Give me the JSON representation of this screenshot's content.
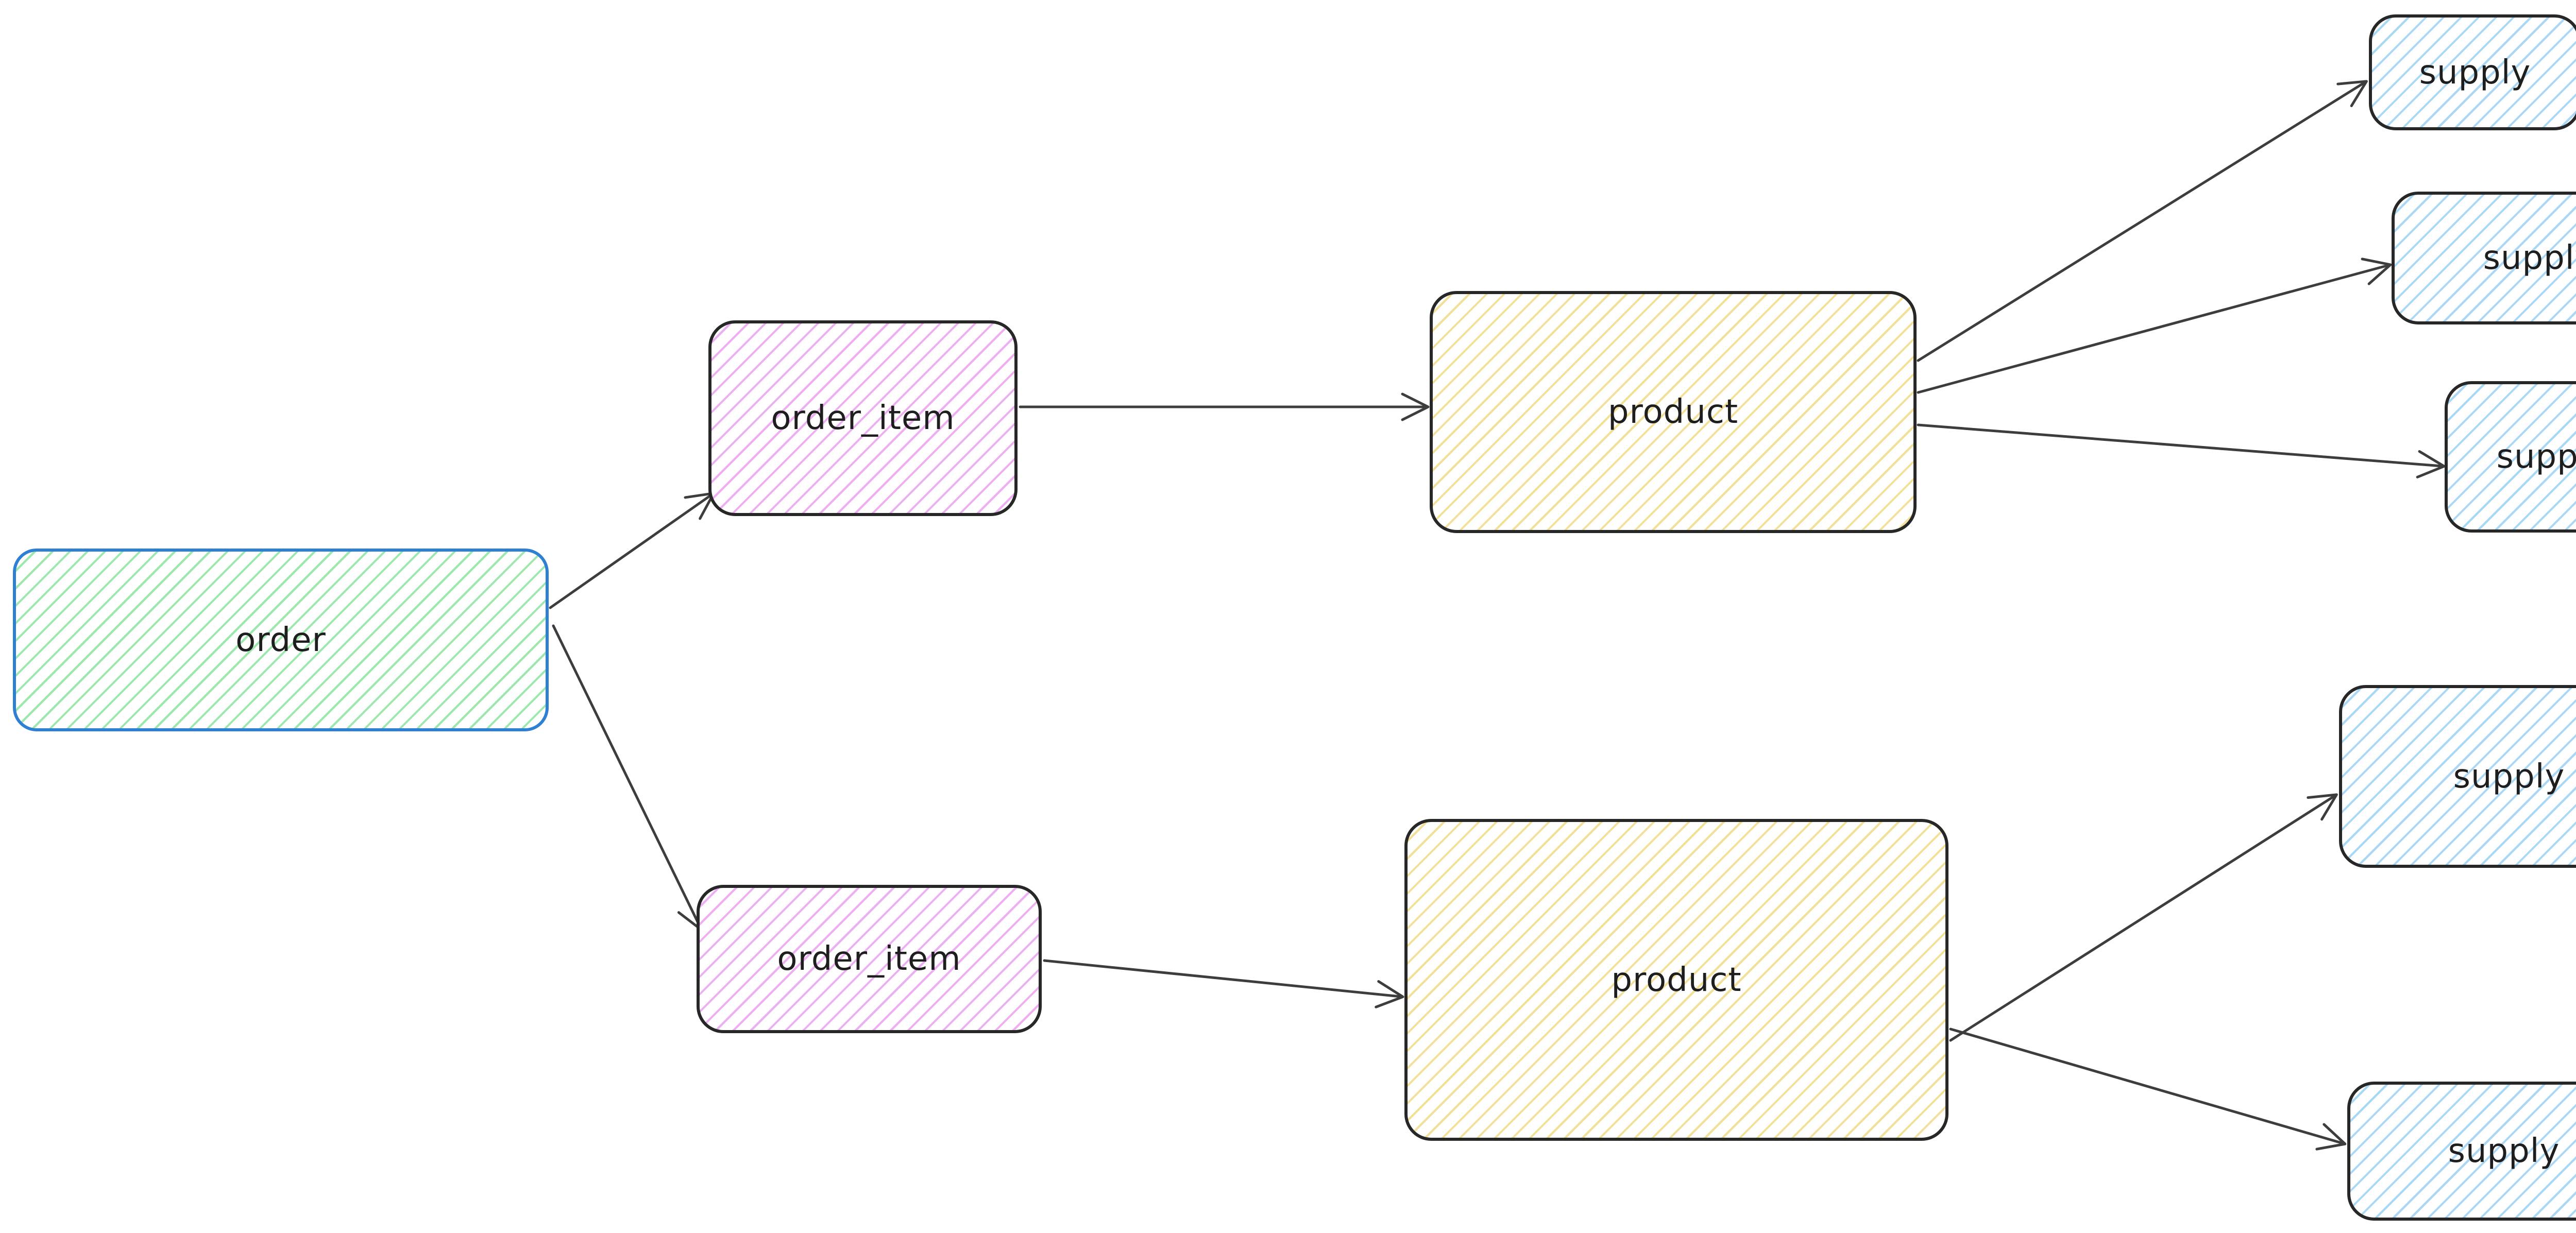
{
  "diagram": {
    "type": "flow-diagram",
    "background": "#ffffff",
    "text_color": "#1e1e1e",
    "arrow_color": "#3d3d3d",
    "nodes": [
      {
        "id": "order",
        "label": "order",
        "stroke": "#2f80d2",
        "hatch": "#9be8ac"
      },
      {
        "id": "order_item_1",
        "label": "order_item",
        "stroke": "#272727",
        "hatch": "#eeaef3"
      },
      {
        "id": "order_item_2",
        "label": "order_item",
        "stroke": "#272727",
        "hatch": "#eeaef3"
      },
      {
        "id": "product_1",
        "label": "product",
        "stroke": "#272727",
        "hatch": "#f3e098"
      },
      {
        "id": "product_2",
        "label": "product",
        "stroke": "#272727",
        "hatch": "#f3e098"
      },
      {
        "id": "supply_1",
        "label": "supply",
        "stroke": "#272727",
        "hatch": "#a8d8f5"
      },
      {
        "id": "supply_2",
        "label": "supply",
        "stroke": "#272727",
        "hatch": "#a8d8f5"
      },
      {
        "id": "supply_3",
        "label": "supply",
        "stroke": "#272727",
        "hatch": "#a8d8f5"
      },
      {
        "id": "supply_4",
        "label": "supply",
        "stroke": "#272727",
        "hatch": "#a8d8f5"
      },
      {
        "id": "supply_5",
        "label": "supply",
        "stroke": "#272727",
        "hatch": "#a8d8f5"
      }
    ],
    "edges": [
      {
        "from": "order",
        "to": "order_item_1"
      },
      {
        "from": "order",
        "to": "order_item_2"
      },
      {
        "from": "order_item_1",
        "to": "product_1"
      },
      {
        "from": "order_item_2",
        "to": "product_2"
      },
      {
        "from": "product_1",
        "to": "supply_1"
      },
      {
        "from": "product_1",
        "to": "supply_2"
      },
      {
        "from": "product_1",
        "to": "supply_3"
      },
      {
        "from": "product_2",
        "to": "supply_4"
      },
      {
        "from": "product_2",
        "to": "supply_5"
      }
    ]
  }
}
